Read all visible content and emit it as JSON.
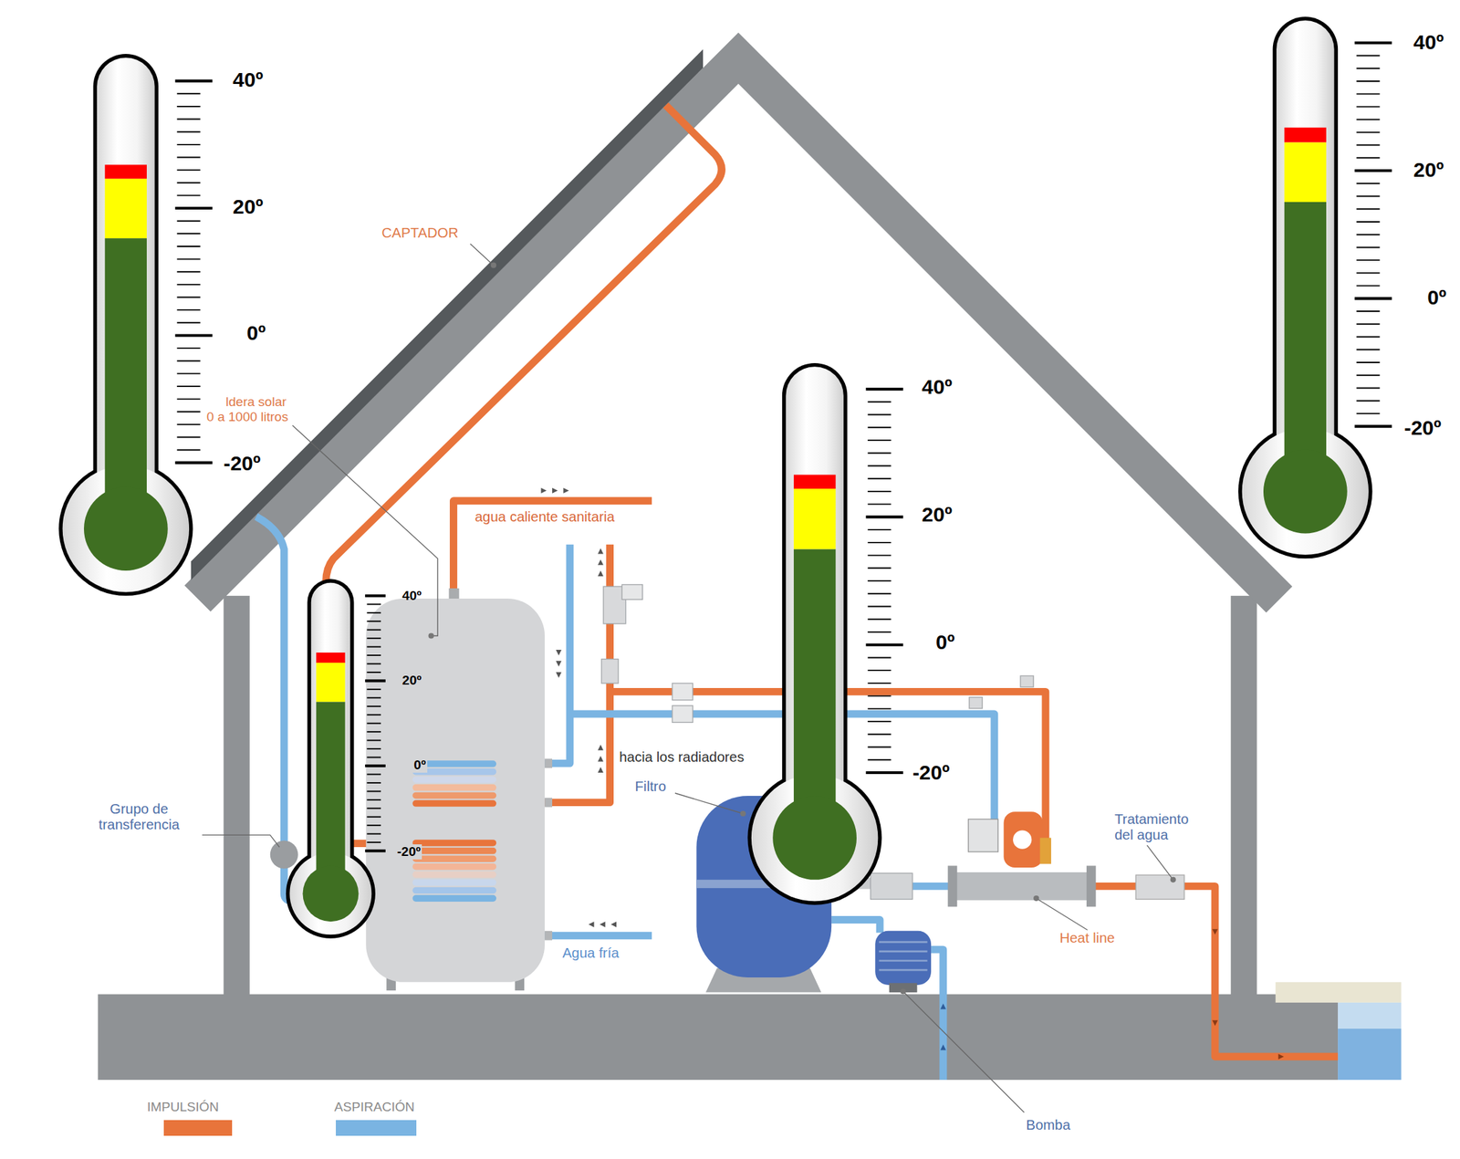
{
  "diagram": {
    "labels": [
      "40º",
      "20º",
      "0º",
      "-20º",
      "CAPTADOR",
      "ldera solar 0 a 1000 litros",
      "40º",
      "20º",
      "0º",
      "-20º",
      "agua caliente sanitaria",
      "Grupo de transferencia",
      "hacia los radiadores",
      "Filtro",
      "40º",
      "20º",
      "0º",
      "-20º",
      "Tratamiento del agua",
      "Heat line",
      "Agua fría",
      "Bomba",
      "40º",
      "20º",
      "0º",
      "-20º"
    ],
    "legend": [
      {
        "text": "IMPULSIÓN",
        "color": "#e8743b"
      },
      {
        "text": "ASPIRACIÓN",
        "color": "#7ab4e2"
      }
    ]
  }
}
